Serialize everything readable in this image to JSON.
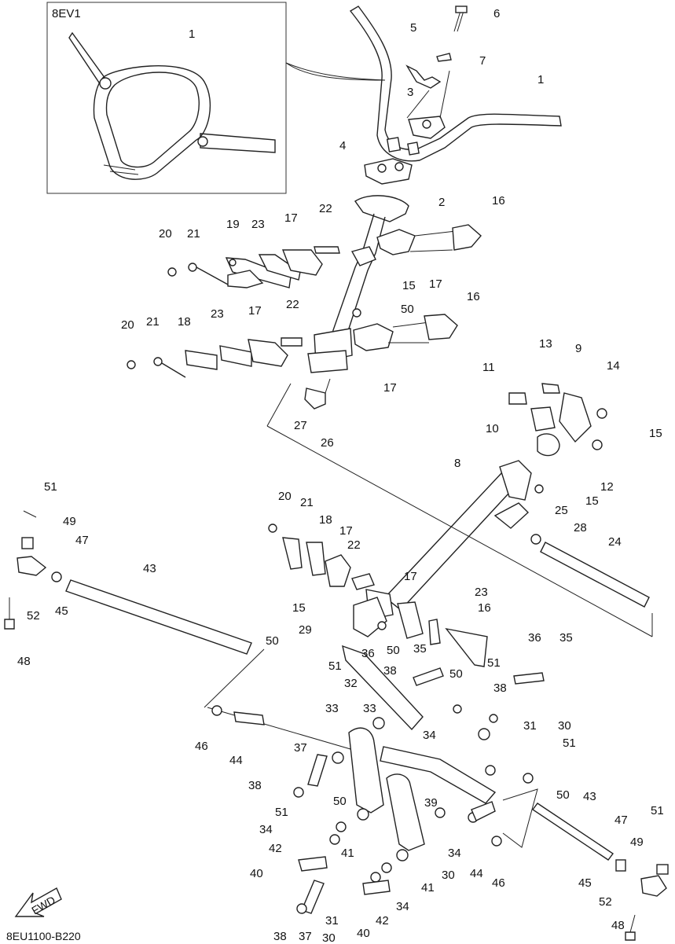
{
  "inset_label": "8EV1",
  "figure_code": "8EU1100-B220",
  "fwd_label": "FWD",
  "part_labels": [
    {
      "t": "1"
    },
    {
      "t": "6"
    },
    {
      "t": "5"
    },
    {
      "t": "7"
    },
    {
      "t": "1"
    },
    {
      "t": "3"
    },
    {
      "t": "4"
    },
    {
      "t": "2"
    },
    {
      "t": "16"
    },
    {
      "t": "22"
    },
    {
      "t": "17"
    },
    {
      "t": "23"
    },
    {
      "t": "19"
    },
    {
      "t": "21"
    },
    {
      "t": "20"
    },
    {
      "t": "17"
    },
    {
      "t": "15"
    },
    {
      "t": "50"
    },
    {
      "t": "16"
    },
    {
      "t": "22"
    },
    {
      "t": "17"
    },
    {
      "t": "23"
    },
    {
      "t": "18"
    },
    {
      "t": "21"
    },
    {
      "t": "20"
    },
    {
      "t": "17"
    },
    {
      "t": "13"
    },
    {
      "t": "9"
    },
    {
      "t": "14"
    },
    {
      "t": "11"
    },
    {
      "t": "27"
    },
    {
      "t": "26"
    },
    {
      "t": "10"
    },
    {
      "t": "15"
    },
    {
      "t": "12"
    },
    {
      "t": "8"
    },
    {
      "t": "15"
    },
    {
      "t": "51"
    },
    {
      "t": "20"
    },
    {
      "t": "21"
    },
    {
      "t": "18"
    },
    {
      "t": "49"
    },
    {
      "t": "47"
    },
    {
      "t": "17"
    },
    {
      "t": "25"
    },
    {
      "t": "28"
    },
    {
      "t": "24"
    },
    {
      "t": "43"
    },
    {
      "t": "22"
    },
    {
      "t": "52"
    },
    {
      "t": "45"
    },
    {
      "t": "17"
    },
    {
      "t": "23"
    },
    {
      "t": "15"
    },
    {
      "t": "16"
    },
    {
      "t": "48"
    },
    {
      "t": "29"
    },
    {
      "t": "50"
    },
    {
      "t": "36"
    },
    {
      "t": "50"
    },
    {
      "t": "35"
    },
    {
      "t": "36"
    },
    {
      "t": "35"
    },
    {
      "t": "51"
    },
    {
      "t": "51"
    },
    {
      "t": "38"
    },
    {
      "t": "50"
    },
    {
      "t": "32"
    },
    {
      "t": "38"
    },
    {
      "t": "33"
    },
    {
      "t": "33"
    },
    {
      "t": "31"
    },
    {
      "t": "30"
    },
    {
      "t": "46"
    },
    {
      "t": "44"
    },
    {
      "t": "34"
    },
    {
      "t": "37"
    },
    {
      "t": "51"
    },
    {
      "t": "38"
    },
    {
      "t": "50"
    },
    {
      "t": "51"
    },
    {
      "t": "39"
    },
    {
      "t": "43"
    },
    {
      "t": "50"
    },
    {
      "t": "34"
    },
    {
      "t": "47"
    },
    {
      "t": "51"
    },
    {
      "t": "42"
    },
    {
      "t": "41"
    },
    {
      "t": "34"
    },
    {
      "t": "44"
    },
    {
      "t": "46"
    },
    {
      "t": "49"
    },
    {
      "t": "40"
    },
    {
      "t": "30"
    },
    {
      "t": "41"
    },
    {
      "t": "45"
    },
    {
      "t": "34"
    },
    {
      "t": "52"
    },
    {
      "t": "42"
    },
    {
      "t": "31"
    },
    {
      "t": "38"
    },
    {
      "t": "37"
    },
    {
      "t": "40"
    },
    {
      "t": "30"
    },
    {
      "t": "48"
    }
  ]
}
